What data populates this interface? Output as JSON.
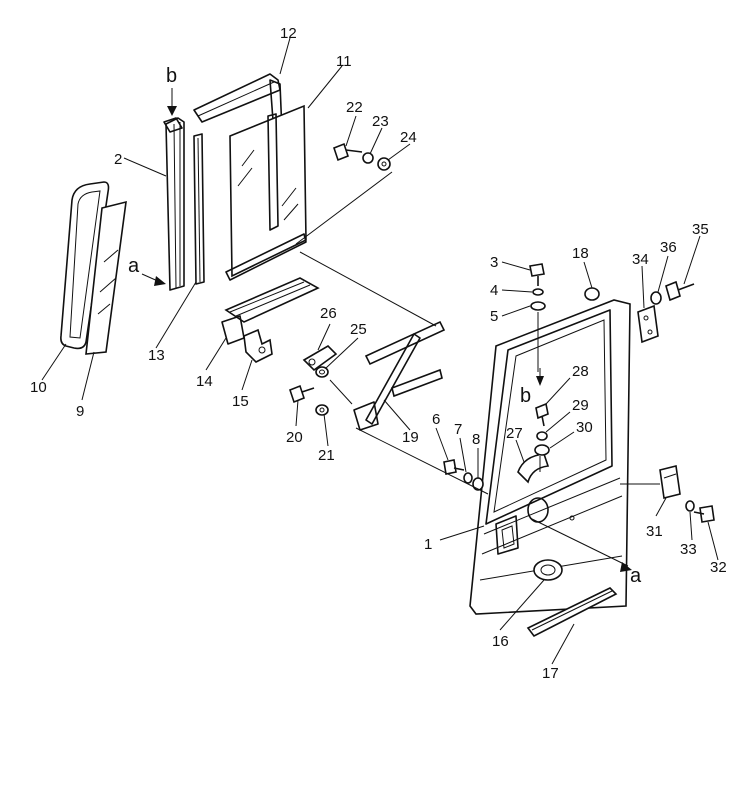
{
  "diagram": {
    "callouts": [
      "1",
      "2",
      "3",
      "4",
      "5",
      "6",
      "7",
      "8",
      "9",
      "10",
      "11",
      "12",
      "13",
      "14",
      "15",
      "16",
      "17",
      "18",
      "19",
      "20",
      "21",
      "22",
      "23",
      "24",
      "25",
      "26",
      "27",
      "28",
      "29",
      "30",
      "31",
      "32",
      "33",
      "34",
      "35",
      "36"
    ],
    "markers": [
      "a",
      "b",
      "a",
      "b"
    ]
  },
  "colors": {
    "ink": "#111111",
    "paper": "#ffffff"
  }
}
